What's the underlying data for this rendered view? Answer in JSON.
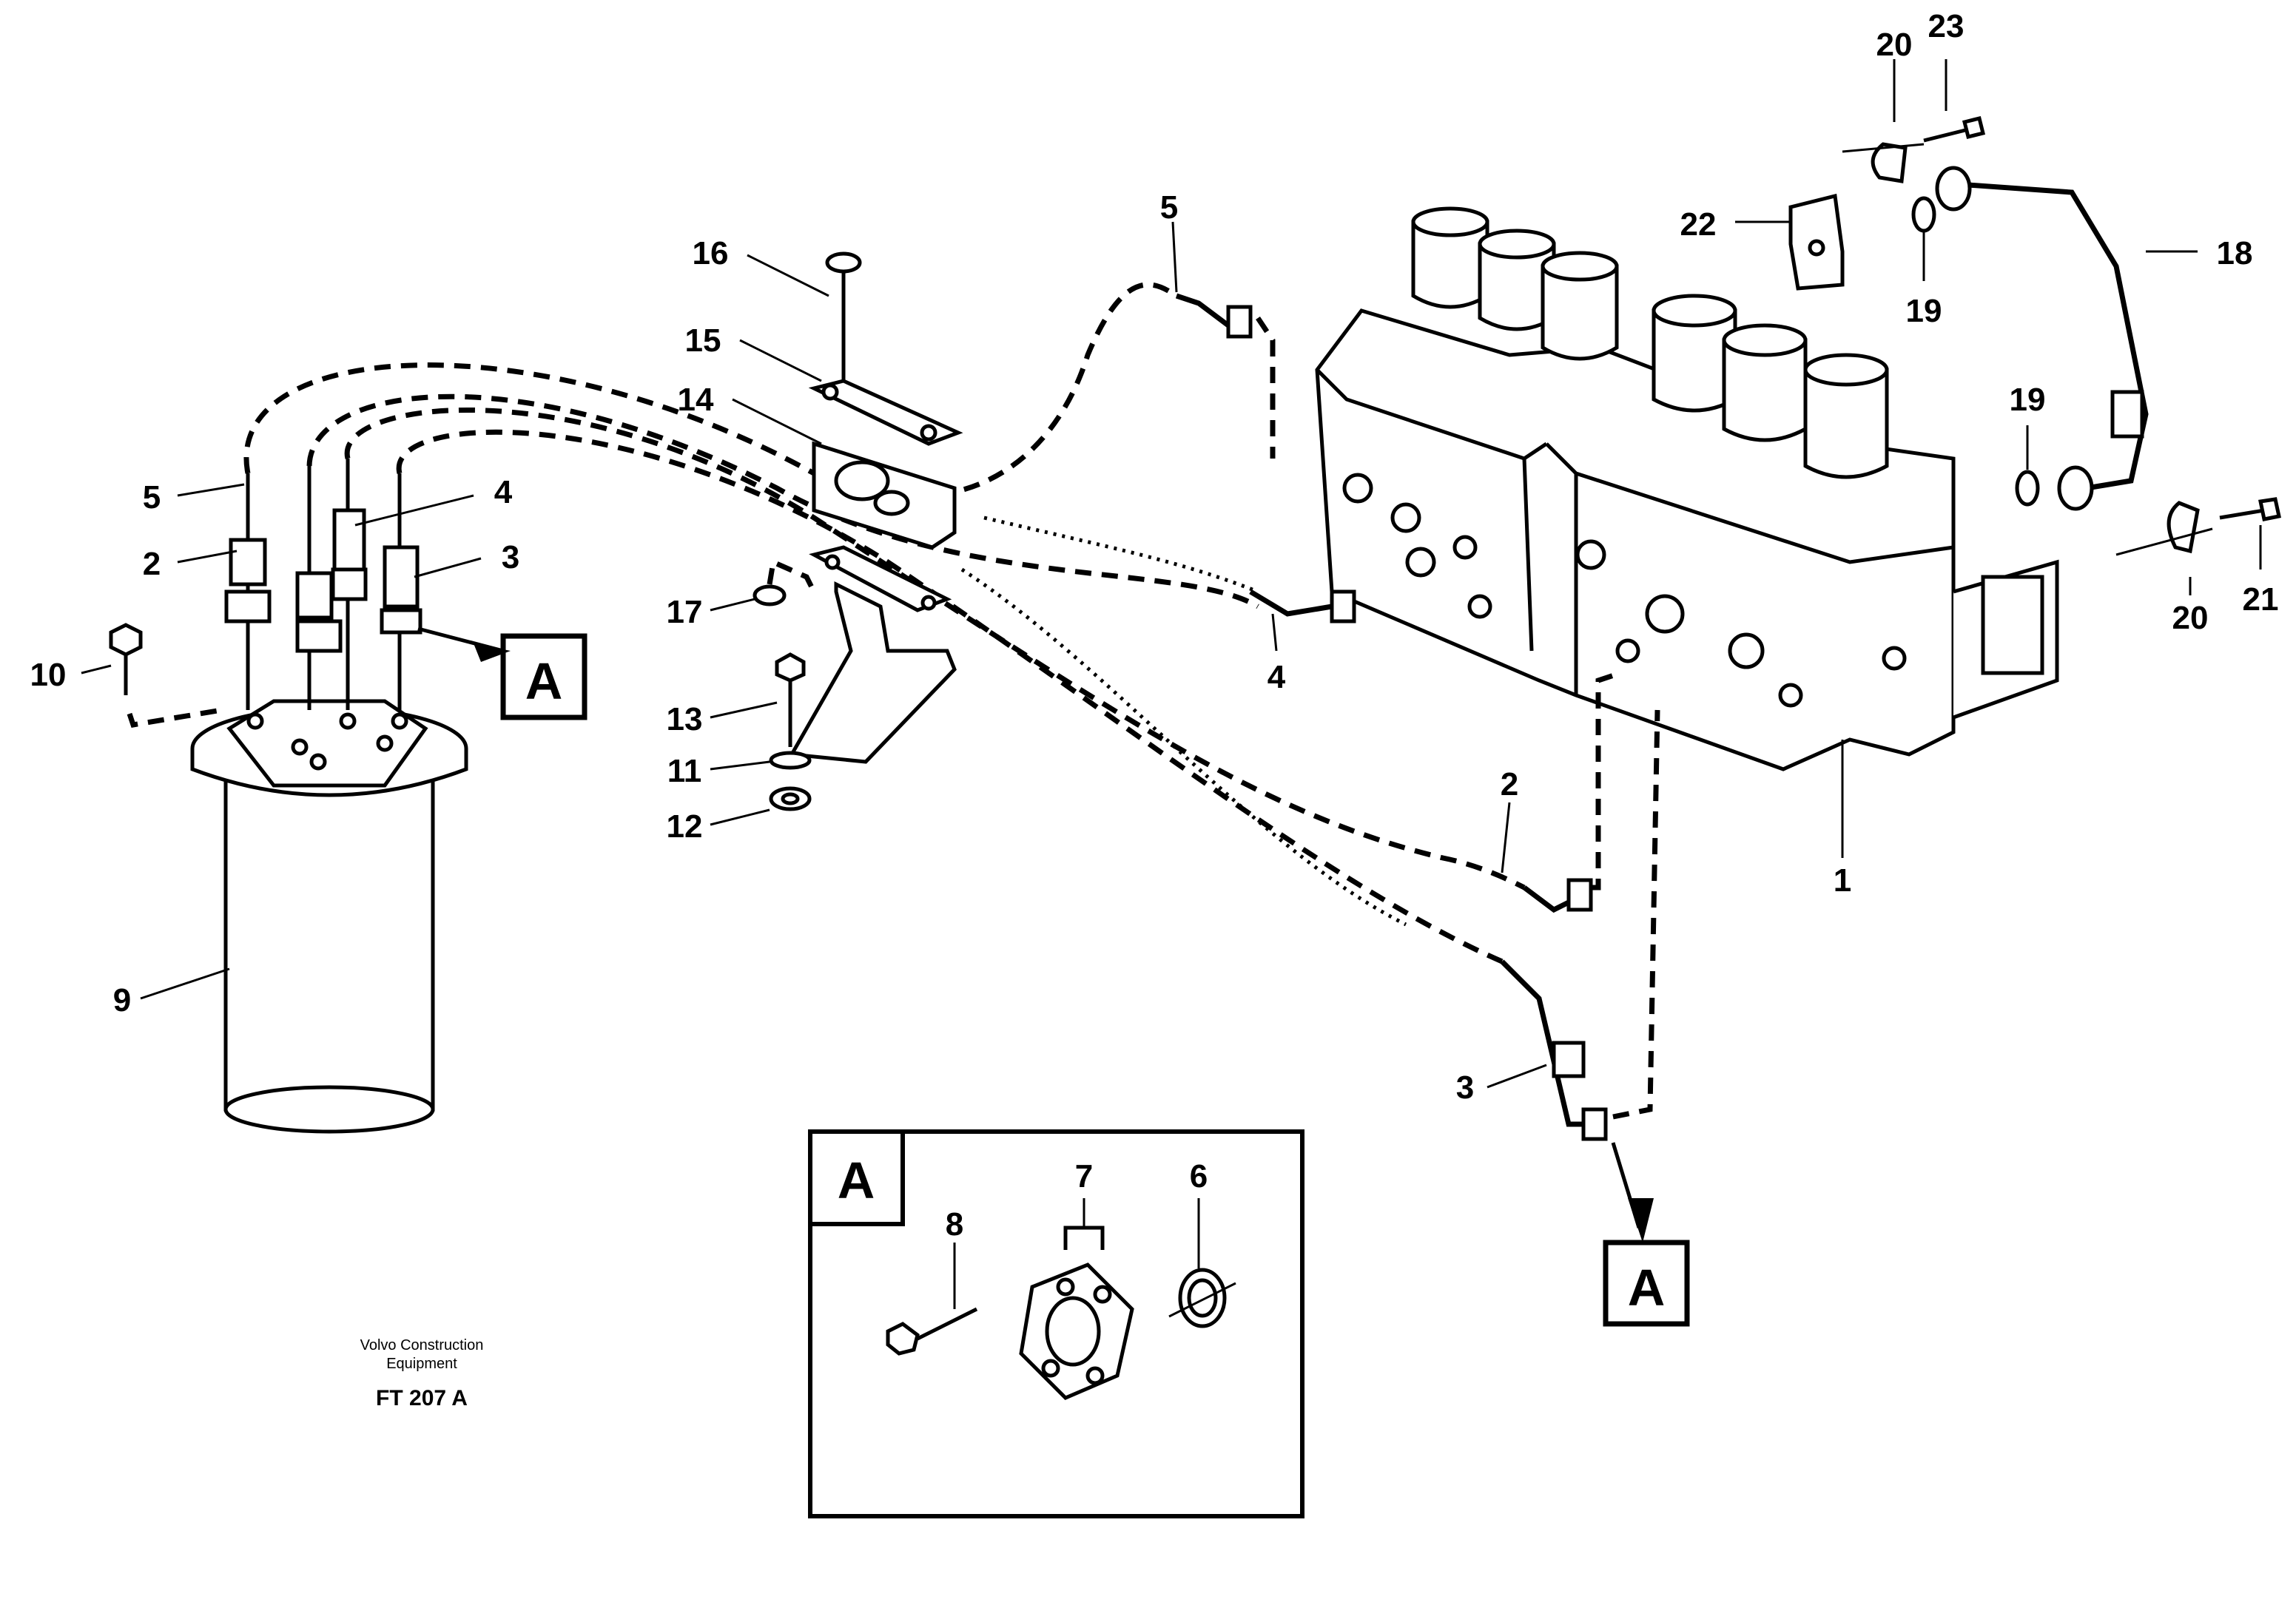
{
  "callouts": {
    "c20_top": "20",
    "c23": "23",
    "c22": "22",
    "c19_top": "19",
    "c18": "18",
    "c5_right": "5",
    "c16": "16",
    "c15": "15",
    "c14": "14",
    "c5_left": "5",
    "c4_left": "4",
    "c2_left": "2",
    "c3_left": "3",
    "c10": "10",
    "c17": "17",
    "c13": "13",
    "c11": "11",
    "c12": "12",
    "c9": "9",
    "c4_right": "4",
    "c19_right": "19",
    "c20_right": "20",
    "c21": "21",
    "c1": "1",
    "c2_right": "2",
    "c3_right": "3",
    "c7": "7",
    "c6": "6",
    "c8": "8"
  },
  "view_markers": {
    "left_marker": "A",
    "bottom_marker": "A",
    "detail_title": "A"
  },
  "credit": {
    "line1": "Volvo Construction",
    "line2": "Equipment",
    "code": "FT 207 A"
  }
}
